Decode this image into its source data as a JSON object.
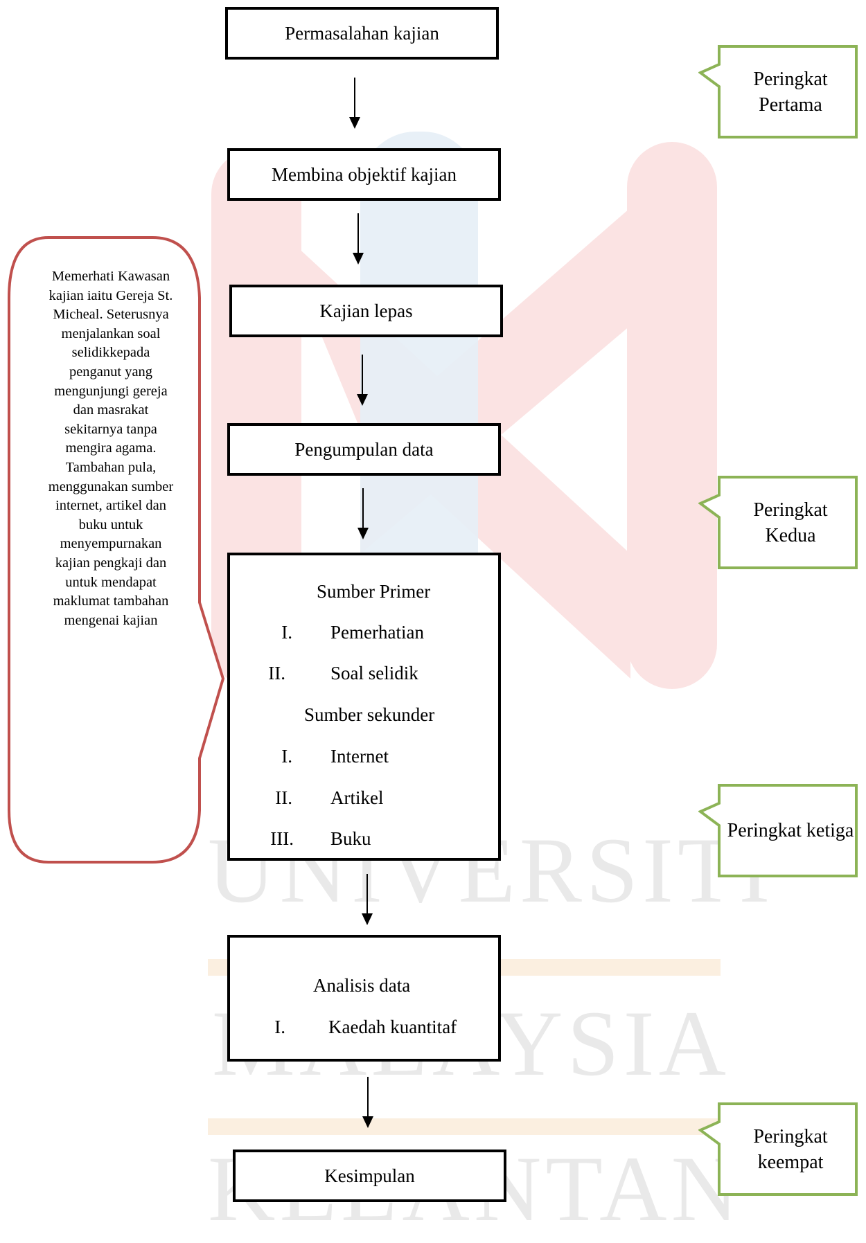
{
  "flow": {
    "steps": [
      "Permasalahan kajian",
      "Membina objektif kajian",
      "Kajian lepas",
      "Pengumpulan data"
    ],
    "sources": {
      "primary_title": "Sumber Primer",
      "primary_items": [
        {
          "num": "I.",
          "text": "Pemerhatian"
        },
        {
          "num": "II.",
          "text": "Soal selidik"
        }
      ],
      "secondary_title": "Sumber sekunder",
      "secondary_items": [
        {
          "num": "I.",
          "text": "Internet"
        },
        {
          "num": "II.",
          "text": "Artikel"
        },
        {
          "num": "III.",
          "text": "Buku"
        }
      ]
    },
    "analysis": {
      "title": "Analisis data",
      "items": [
        {
          "num": "I.",
          "text": "Kaedah kuantitaf"
        }
      ]
    },
    "final": "Kesimpulan"
  },
  "levels": [
    "Peringkat Pertama",
    "Peringkat Kedua",
    "Peringkat ketiga",
    "Peringkat keempat"
  ],
  "callout": {
    "text": "Memerhati Kawasan kajian iaitu Gereja St. Micheal. Seterusnya menjalankan soal selidikkepada penganut yang mengunjungi gereja dan masrakat sekitarnya tanpa mengira agama. Tambahan pula, menggunakan sumber internet, artikel dan buku untuk menyempurnakan kajian pengkaji dan untuk mendapat maklumat tambahan mengenai kajian"
  },
  "watermark": {
    "lines": [
      "UNIVERSITI",
      "MALAYSIA",
      "KELANTAN"
    ]
  },
  "colors": {
    "level_border": "#8cb356",
    "callout_border": "#c0504d",
    "watermark_red": "#fbe3e3",
    "watermark_blue": "#e6eef6",
    "watermark_orange": "#fbefe0"
  }
}
